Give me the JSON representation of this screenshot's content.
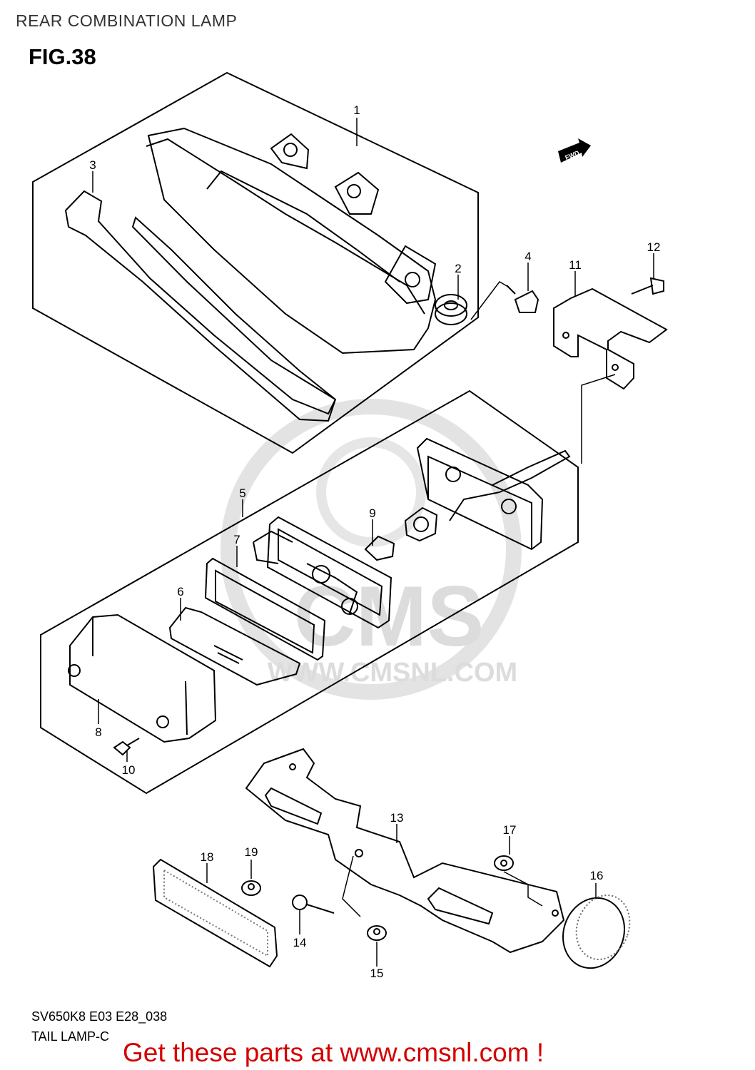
{
  "header": {
    "title": "REAR COMBINATION LAMP",
    "figure": "FIG.38"
  },
  "diagram": {
    "direction_badge": "FWD",
    "watermark_text": "WWW.CMSNL.COM",
    "watermark_logo": "CMS",
    "callouts": [
      "1",
      "2",
      "3",
      "4",
      "5",
      "6",
      "7",
      "8",
      "9",
      "10",
      "11",
      "12",
      "13",
      "14",
      "15",
      "16",
      "17",
      "18",
      "19"
    ]
  },
  "footer": {
    "model_code": "SV650K8 E03 E28_038",
    "variant": "TAIL LAMP-C",
    "cta": "Get these parts at www.cmsnl.com !",
    "cta_color": "#d40000"
  }
}
